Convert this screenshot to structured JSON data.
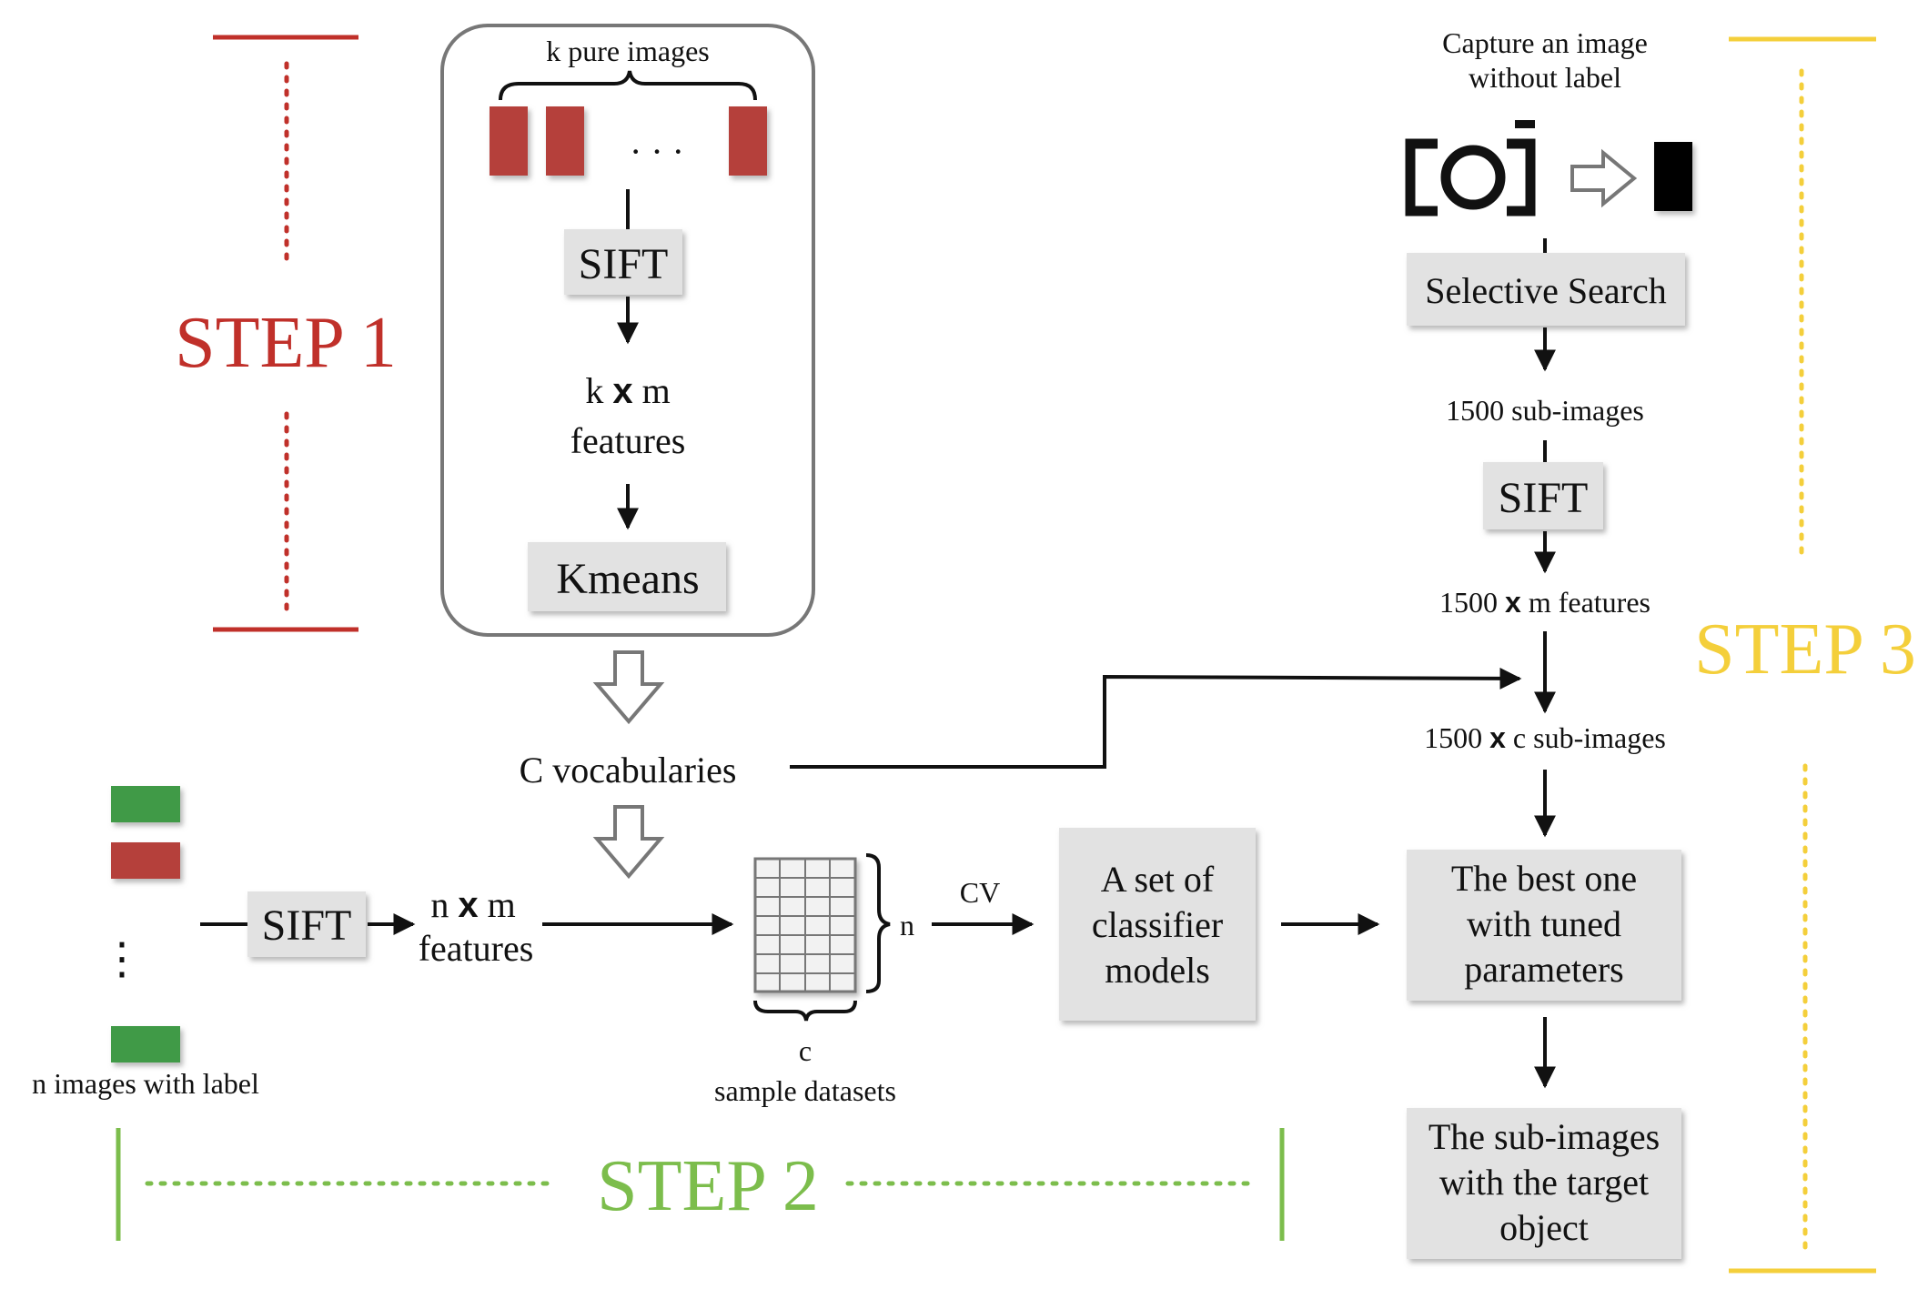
{
  "steps": {
    "step1": {
      "label": "STEP 1",
      "color": "#c0302a"
    },
    "step2": {
      "label": "STEP 2",
      "color": "#7cbd4c"
    },
    "step3": {
      "label": "STEP 3",
      "color": "#f4cf3b"
    }
  },
  "step1": {
    "k_pure_images": "k pure images",
    "ellipsis": "· · ·",
    "sift": "SIFT",
    "features_line1_pre": "k",
    "features_line1_x": "x",
    "features_line1_post": "m",
    "features_line2": "features",
    "kmeans": "Kmeans"
  },
  "vocab": "C vocabularies",
  "step2": {
    "labeled_images": "n images with label",
    "vertical_ellipsis": "⋮",
    "sift": "SIFT",
    "features_line1_pre": "n",
    "features_line1_x": "x",
    "features_line1_post": "m",
    "features_line2": "features",
    "n_label": "n",
    "c_label": "c",
    "sample_datasets": "sample datasets",
    "cv": "CV",
    "classifier_line1": "A set of",
    "classifier_line2": "classifier",
    "classifier_line3": "models"
  },
  "step3": {
    "capture_line1": "Capture an image",
    "capture_line2": "without label",
    "selective_search": "Selective Search",
    "sub_images": "1500 sub-images",
    "sift": "SIFT",
    "features_pre": "1500",
    "features_x": "x",
    "features_post": "m features",
    "c_sub_pre": "1500",
    "c_sub_x": "x",
    "c_sub_post": "c sub-images",
    "best_line1": "The best one",
    "best_line2": "with tuned",
    "best_line3": "parameters",
    "result_line1": "The sub-images",
    "result_line2": "with the target",
    "result_line3": "object"
  },
  "colors": {
    "red_block": "#b5403a",
    "green_block": "#3f9a47",
    "box_fill": "#e2e2e2"
  }
}
